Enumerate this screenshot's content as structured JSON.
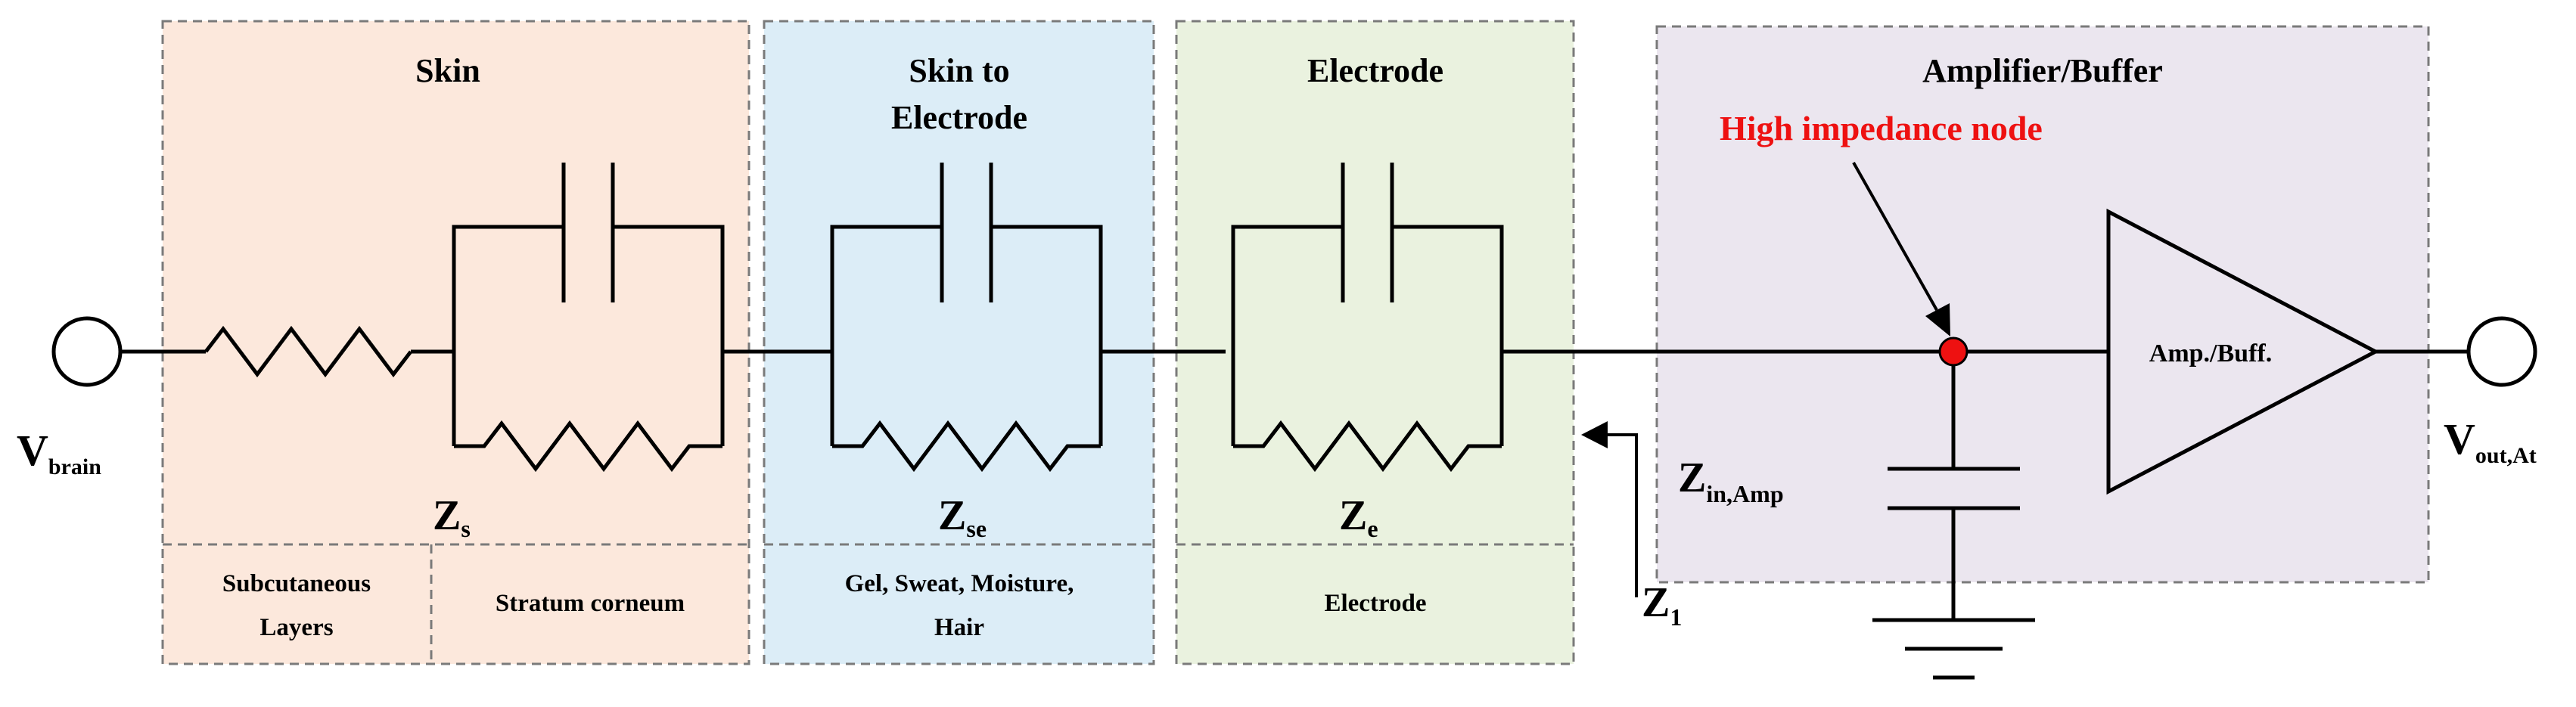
{
  "blocks": {
    "skin": {
      "title": "Skin",
      "impedance": "Z",
      "impedance_sub": "s",
      "layers": [
        "Subcutaneous",
        "Layers"
      ],
      "layer2": "Stratum corneum",
      "fill": "#fce8dc"
    },
    "skin_electrode": {
      "title_line1": "Skin to",
      "title_line2": "Electrode",
      "impedance": "Z",
      "impedance_sub": "se",
      "caption_line1": "Gel, Sweat, Moisture,",
      "caption_line2": "Hair",
      "fill": "#dcedf7"
    },
    "electrode": {
      "title": "Electrode",
      "impedance": "Z",
      "impedance_sub": "e",
      "caption": "Electrode",
      "fill": "#eaf2df"
    },
    "amplifier": {
      "title": "Amplifier/Buffer",
      "highlight": "High impedance node",
      "highlight_color": "#ee1111",
      "triangle_label": "Amp./Buff.",
      "input_impedance": "Z",
      "input_impedance_sub": "in,Amp",
      "fill": "#ebe6ef"
    }
  },
  "terminals": {
    "input": "V",
    "input_sub": "brain",
    "output": "V",
    "output_sub": "out,At"
  },
  "z1": {
    "label": "Z",
    "sub": "1"
  }
}
